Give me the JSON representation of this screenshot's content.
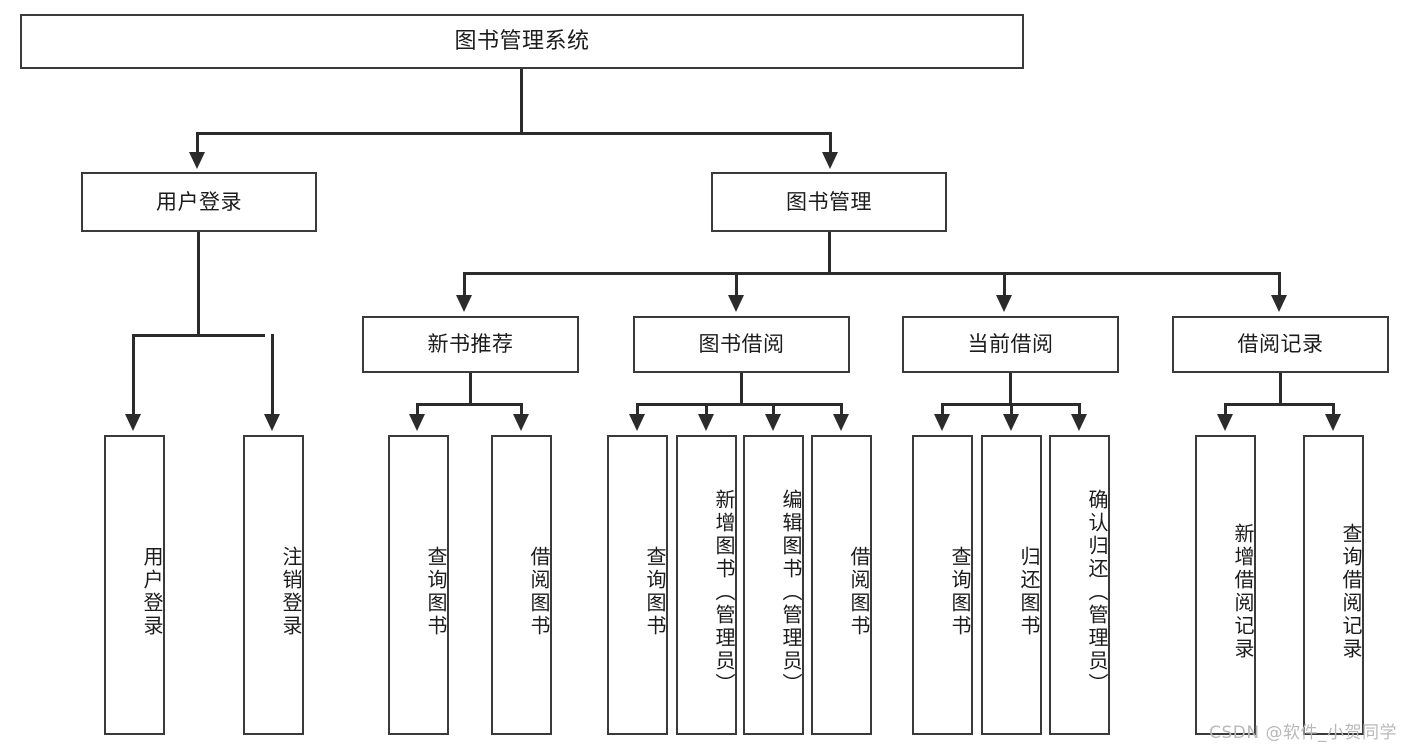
{
  "diagram": {
    "title": "图书管理系统",
    "root": {
      "label": "图书管理系统"
    },
    "level2": [
      {
        "label": "用户登录"
      },
      {
        "label": "图书管理"
      }
    ],
    "level3": [
      {
        "label": "新书推荐"
      },
      {
        "label": "图书借阅"
      },
      {
        "label": "当前借阅"
      },
      {
        "label": "借阅记录"
      }
    ],
    "leaves": {
      "user_login": [
        {
          "label": "用户登录"
        },
        {
          "label": "注销登录"
        }
      ],
      "new_book_recommend": [
        {
          "label": "查询图书"
        },
        {
          "label": "借阅图书"
        }
      ],
      "book_borrow": [
        {
          "label": "查询图书"
        },
        {
          "label": "新增图书（管理员）"
        },
        {
          "label": "编辑图书（管理员）"
        },
        {
          "label": "借阅图书"
        }
      ],
      "current_borrow": [
        {
          "label": "查询图书"
        },
        {
          "label": "归还图书"
        },
        {
          "label": "确认归还（管理员）"
        }
      ],
      "borrow_record": [
        {
          "label": "新增借阅记录"
        },
        {
          "label": "查询借阅记录"
        }
      ]
    }
  },
  "watermark": {
    "text": "CSDN @软件_小贺同学"
  },
  "colors": {
    "box_border": "#3a3a3a",
    "line": "#2b2b2b",
    "background": "#ffffff",
    "text": "#1c1c1c",
    "watermark": "#b9b9b9"
  }
}
